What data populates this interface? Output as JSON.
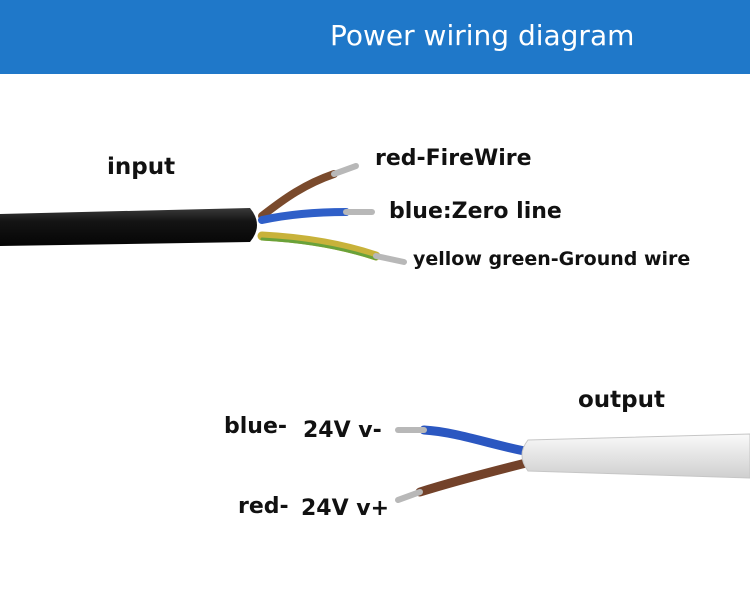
{
  "title": "Power wiring diagram",
  "input": {
    "heading": "input",
    "wires": [
      {
        "label": "red-FireWire",
        "color": "#7a4a2c"
      },
      {
        "label": "blue:Zero line",
        "color": "#2f5fc8"
      },
      {
        "label": "yellow green-Ground wire",
        "color": "#c8b23a"
      }
    ]
  },
  "output": {
    "heading": "output",
    "wires": [
      {
        "color_label": "blue-",
        "voltage_label": "24V v-",
        "color": "#2b57c1"
      },
      {
        "color_label": "red-",
        "voltage_label": "24V v+",
        "color": "#73422a"
      }
    ]
  },
  "colors": {
    "banner": "#1f78c9",
    "input_jacket": "#141414",
    "output_jacket": "#ececec"
  }
}
